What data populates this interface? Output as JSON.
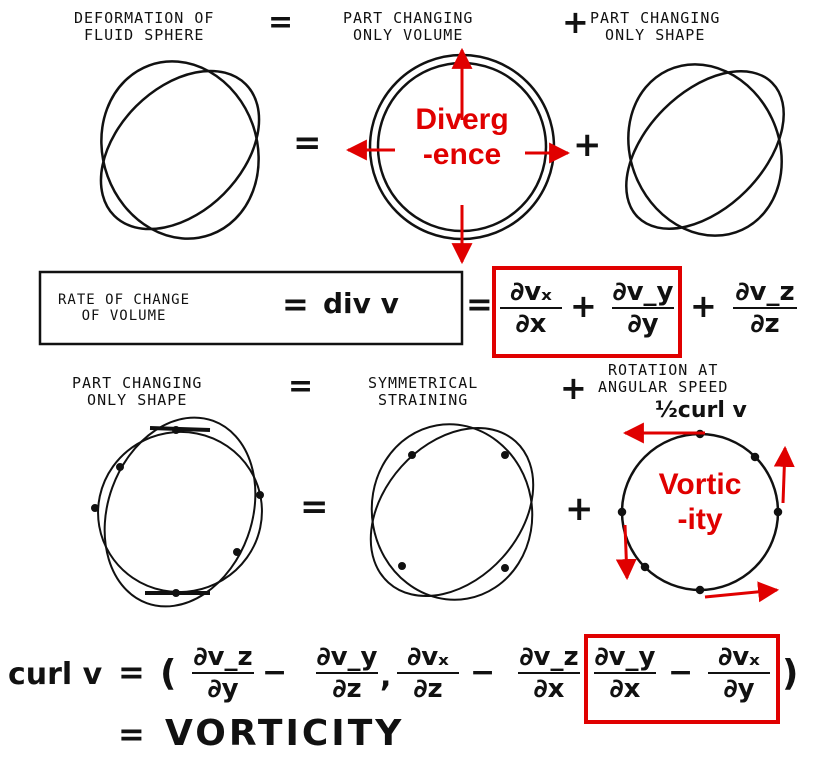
{
  "header": {
    "deformation": "DEFORMATION OF\nFLUID SPHERE",
    "volume_part": "PART CHANGING\nONLY VOLUME",
    "shape_part": "PART CHANGING\nONLY SHAPE",
    "eq1": "=",
    "plus1": "+"
  },
  "row1": {
    "eq": "=",
    "plus": "+"
  },
  "divergence_label": "Diverg\n-ence",
  "volume_row": {
    "rate": "RATE OF CHANGE\nOF VOLUME",
    "eq1": "=",
    "divv": "div v",
    "eq2": "=",
    "plus1": "+",
    "plus2": "+",
    "fractions": [
      {
        "num": "∂vₓ",
        "den": "∂x"
      },
      {
        "num": "∂v_y",
        "den": "∂y"
      },
      {
        "num": "∂v_z",
        "den": "∂z"
      }
    ]
  },
  "shape_row": {
    "part_shape": "PART CHANGING\nONLY SHAPE",
    "eq": "=",
    "symmetric": "SYMMETRICAL\nSTRAINING",
    "plus": "+",
    "rotation": "ROTATION AT\nANGULAR SPEED",
    "half_curl": "½curl v"
  },
  "row2": {
    "eq": "=",
    "plus": "+"
  },
  "vorticity_label": "Vortic\n-ity",
  "curl_row": {
    "curl": "curl v",
    "eq": "=",
    "open": "(",
    "close": ")",
    "minus": "−",
    "comma": ",",
    "fractions": [
      {
        "num": "∂v_z",
        "den": "∂y"
      },
      {
        "num": "∂v_y",
        "den": "∂z"
      },
      {
        "num": "∂vₓ",
        "den": "∂z"
      },
      {
        "num": "∂v_z",
        "den": "∂x"
      },
      {
        "num": "∂v_y",
        "den": "∂x"
      },
      {
        "num": "∂vₓ",
        "den": "∂y"
      }
    ]
  },
  "vorticity_row": {
    "eq": "=",
    "word": "VORTICITY"
  },
  "colors": {
    "highlight": "#e00000",
    "ink": "#111111"
  }
}
